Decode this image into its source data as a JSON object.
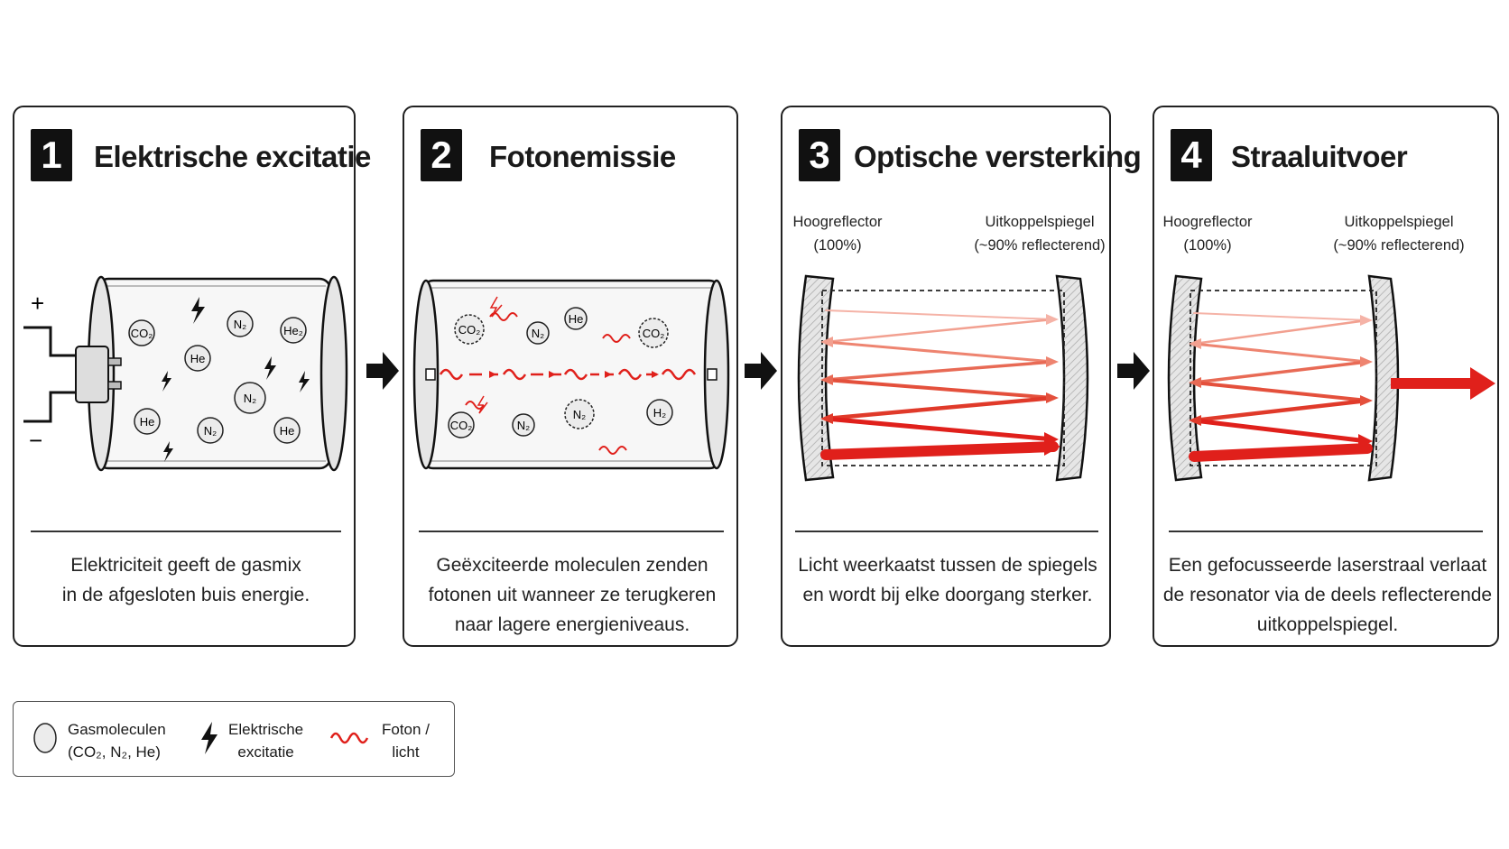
{
  "steps": [
    {
      "number": "1",
      "title": "Elektrische excitatie",
      "caption": [
        "Elektriciteit geeft de gasmix",
        "in de afgesloten buis energie."
      ],
      "plus": "+",
      "minus": "−",
      "molecules": [
        "CO₂",
        "He",
        "N₂",
        "He₂",
        "N₂",
        "He",
        "N₂",
        "He"
      ]
    },
    {
      "number": "2",
      "title": "Fotonemissie",
      "caption": [
        "Geëxciteerde moleculen zenden",
        "fotonen uit wanneer ze terugkeren",
        "naar lagere energieniveaus."
      ],
      "molecules": [
        "CO₂",
        "N₂",
        "He",
        "CO₂",
        "CO₂",
        "N₂",
        "N₂",
        "H₂"
      ]
    },
    {
      "number": "3",
      "title": "Optische versterking",
      "left_mirror": [
        "Hoogreflector",
        "(100%)"
      ],
      "right_mirror": [
        "Uitkoppelspiegel",
        "(~90% reflecterend)"
      ],
      "caption": [
        "Licht weerkaatst tussen de spiegels",
        "en wordt bij elke doorgang sterker."
      ]
    },
    {
      "number": "4",
      "title": "Straaluitvoer",
      "left_mirror": [
        "Hoogreflector",
        "(100%)"
      ],
      "right_mirror": [
        "Uitkoppelspiegel",
        "(~90% reflecterend)"
      ],
      "caption": [
        "Een gefocusseerde laserstraal verlaat",
        "de resonator via de deels reflecterende",
        "uitkoppelspiegel."
      ]
    }
  ],
  "legend": {
    "gas": [
      "Gasmoleculen",
      "(CO₂, N₂, He)"
    ],
    "excitation": [
      "Elektrische",
      "excitatie"
    ],
    "photon": [
      "Foton /",
      "licht"
    ]
  },
  "colors": {
    "laser": "#e0201b",
    "dark": "#111111",
    "molecule_fill": "#ececec"
  },
  "icons": [
    "bolt-icon",
    "photon-wave-icon",
    "molecule-circle-icon",
    "step-arrow-icon"
  ]
}
